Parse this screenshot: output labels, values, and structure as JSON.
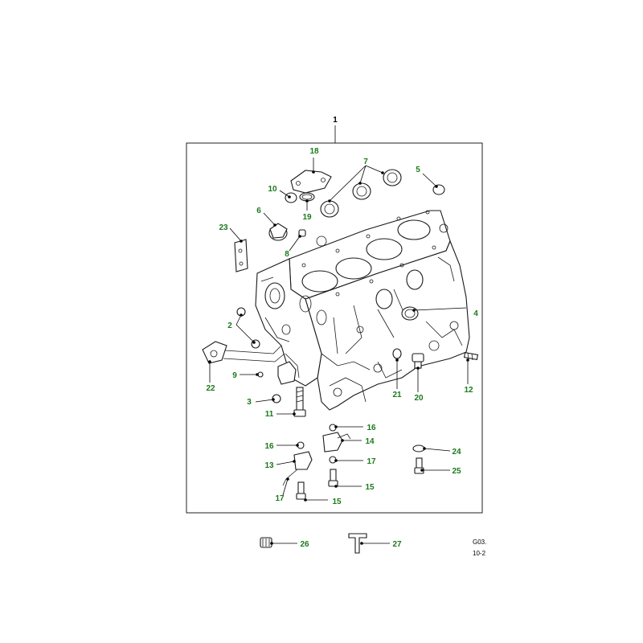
{
  "callouts": {
    "c1": "1",
    "c2": "2",
    "c3": "3",
    "c4": "4",
    "c5": "5",
    "c6": "6",
    "c7": "7",
    "c8": "8",
    "c9": "9",
    "c10": "10",
    "c11": "11",
    "c12": "12",
    "c13": "13",
    "c14": "14",
    "c15a": "15",
    "c15b": "15",
    "c16a": "16",
    "c16b": "16",
    "c17a": "17",
    "c17b": "17",
    "c18": "18",
    "c19": "19",
    "c20": "20",
    "c21": "21",
    "c22": "22",
    "c23": "23",
    "c24": "24",
    "c25": "25",
    "c26": "26",
    "c27": "27"
  },
  "reference": {
    "code": "G03.",
    "date": "10-2"
  },
  "colors": {
    "callout": "#1a7a1a",
    "line": "#1a1a1a"
  }
}
